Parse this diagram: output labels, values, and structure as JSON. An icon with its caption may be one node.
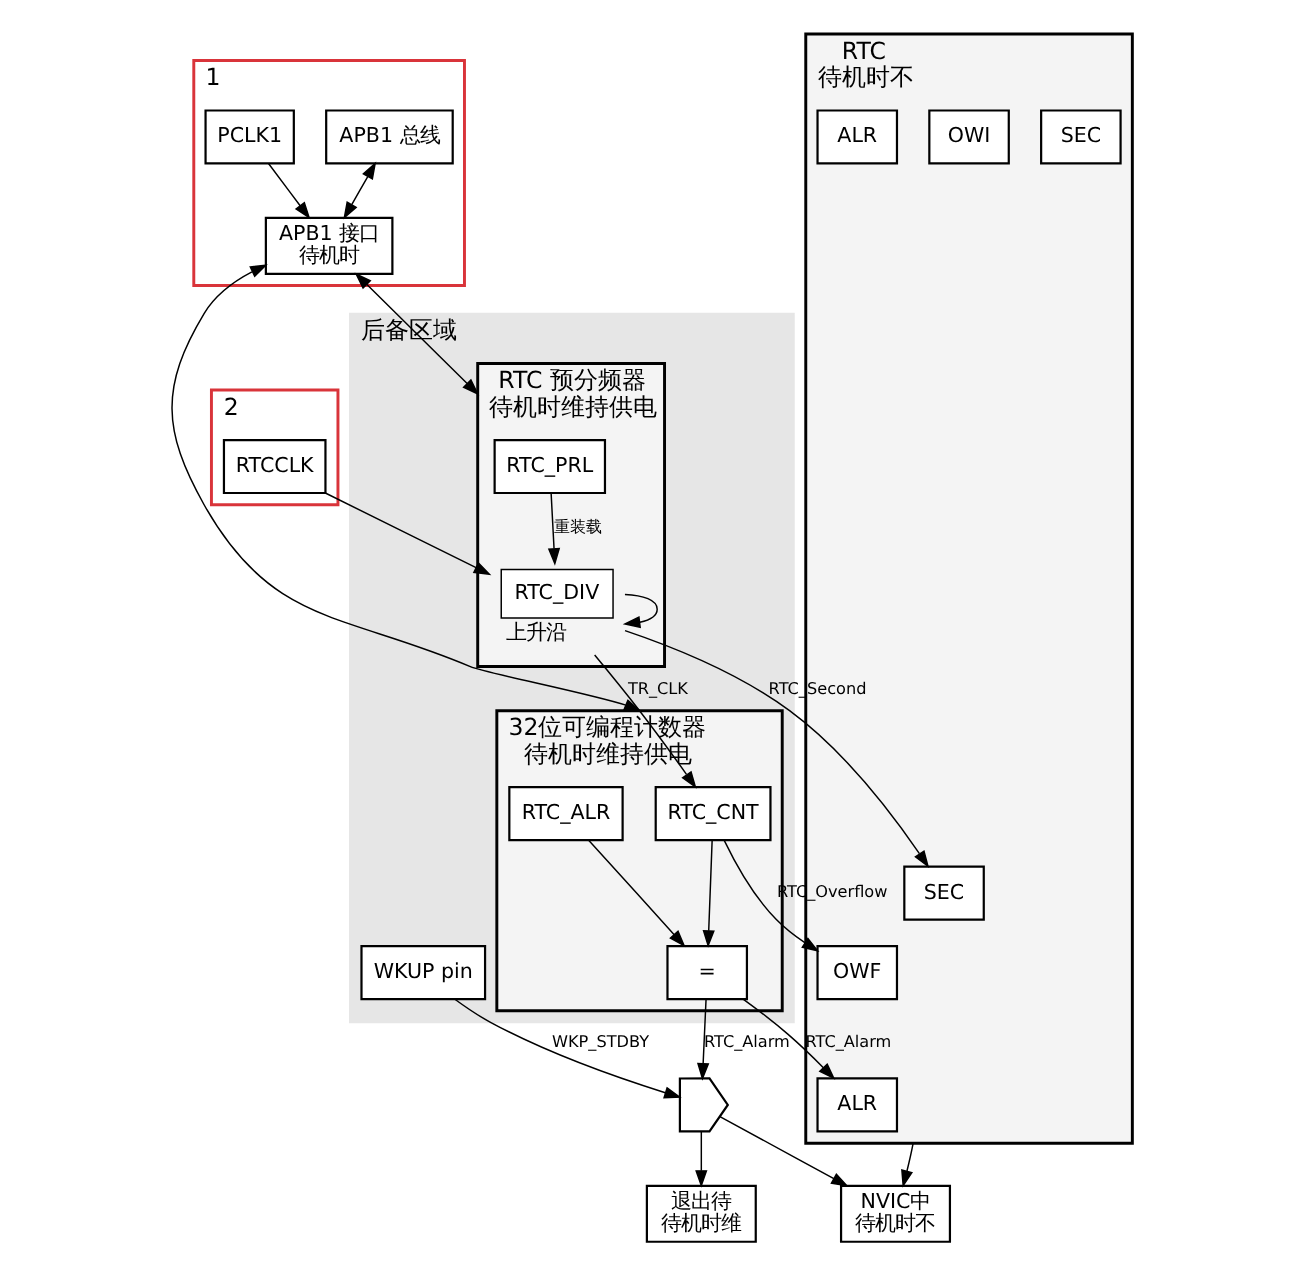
{
  "diagram": {
    "nodes": [
      {
        "text": [
          "1"
        ]
      },
      {
        "text": [
          "APB1 总线"
        ],
        "in": 0
      },
      {
        "text": [
          "APB1 接口",
          "待机时"
        ],
        "in": 0
      },
      {
        "text": [
          "PCLK1"
        ],
        "in": 0
      },
      {
        "text": [
          "2"
        ]
      },
      {
        "text": [
          "RTCCLK"
        ],
        "in": 4
      },
      {
        "text": [
          "后备区域"
        ]
      },
      {
        "text": [
          "RTC 预分频器",
          "待机时维持供电"
        ],
        "in": 6
      },
      {
        "text": [
          "RTC_PRL"
        ],
        "in": 7
      },
      {
        "text": [
          "RTC_DIV"
        ],
        "in": 7,
        "beside": [
          "上升沿"
        ]
      },
      {
        "text": [
          "32位可编程计数器",
          "待机时维持供电"
        ],
        "in": 6
      },
      {
        "text": [
          "RTC_CNT"
        ],
        "in": 10
      },
      {
        "text": [
          "="
        ],
        "in": 10
      },
      {
        "text": [
          "RTC_ALR"
        ],
        "in": 10
      },
      {
        "text": [
          "WKUP pin"
        ],
        "in": 6
      },
      {
        "text": [
          "RTC",
          "待机时不"
        ]
      },
      {
        "text": [
          "SEC"
        ],
        "in": 15
      },
      {
        "text": [
          "SEC"
        ],
        "in": 15
      },
      {
        "text": [
          "OWF"
        ],
        "in": 15
      },
      {
        "text": [
          "OWI"
        ],
        "in": 15
      },
      {
        "text": [
          "ALR"
        ],
        "in": 15
      },
      {
        "text": [
          "ALR"
        ],
        "in": 15
      },
      {
        "text": [
          "NVIC中",
          "待机时不"
        ]
      },
      {
        "text": [],
        "shape": "gate"
      },
      {
        "text": [
          "退出待",
          "待机时维"
        ]
      }
    ],
    "edges": [
      {
        "from": 1,
        "to": 2,
        "arrow": "both"
      },
      {
        "from": 3,
        "to": 2,
        "arrow": "to"
      },
      {
        "from": 2,
        "to": 7,
        "arrow": "both"
      },
      {
        "from": 2,
        "to": 10,
        "arrow": "both"
      },
      {
        "from": 5,
        "to": 9,
        "arrow": "to"
      },
      {
        "from": 8,
        "to": 9,
        "arrow": "to",
        "label": "重装载"
      },
      {
        "from": 9,
        "to": 9,
        "arrow": "to"
      },
      {
        "from": 9,
        "to": 11,
        "arrow": "to",
        "label": "TR_CLK"
      },
      {
        "from": 9,
        "to": 16,
        "arrow": "to",
        "label": "RTC_Second"
      },
      {
        "from": 11,
        "to": 18,
        "arrow": "to",
        "label": "RTC_Overflow"
      },
      {
        "from": 11,
        "to": 12,
        "arrow": "to"
      },
      {
        "from": 13,
        "to": 12,
        "arrow": "to"
      },
      {
        "from": 12,
        "to": 20,
        "arrow": "to",
        "label": "RTC_Alarm"
      },
      {
        "from": 12,
        "to": 23,
        "arrow": "to",
        "label": "RTC_Alarm"
      },
      {
        "from": 14,
        "to": 23,
        "arrow": "to",
        "label": "WKP_STDBY"
      },
      {
        "from": 15,
        "to": 22,
        "arrow": "to"
      },
      {
        "from": 23,
        "to": 22,
        "arrow": "to"
      },
      {
        "from": 23,
        "to": 24,
        "arrow": "to"
      }
    ]
  }
}
